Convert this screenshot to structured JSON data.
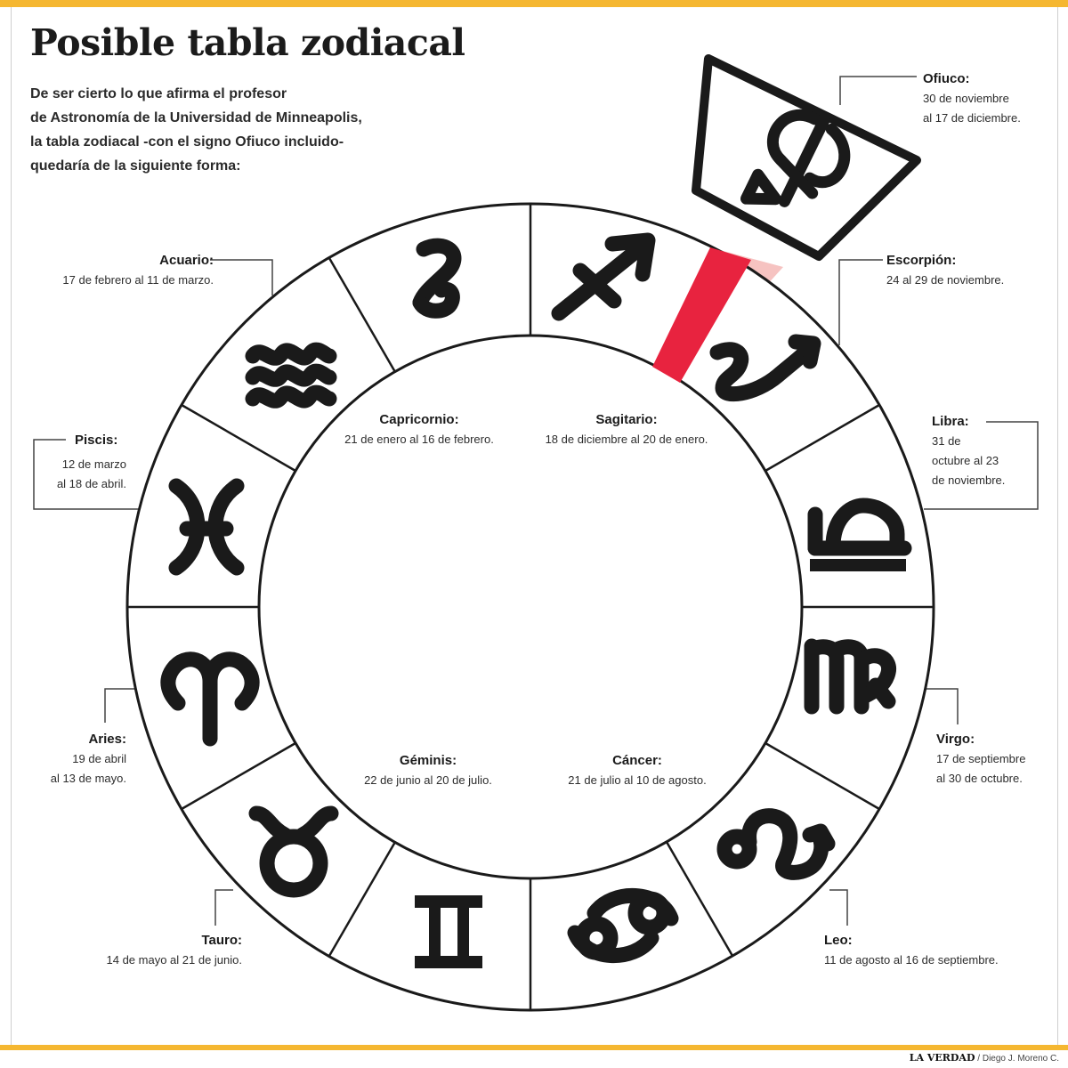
{
  "title": "Posible tabla zodiacal",
  "intro_lines": [
    "De ser cierto lo que afirma el profesor",
    "de Astronomía de la Universidad de Minneapolis,",
    "la tabla zodiacal -con el signo Ofiuco incluido-",
    "quedaría de la siguiente forma:"
  ],
  "colors": {
    "accent_bar": "#f5b731",
    "ophiuchus_slice": "#e8233f",
    "ophiuchus_beam": "#f6c3c1",
    "ink": "#1a1a1a"
  },
  "signs": {
    "acuario": {
      "name": "Acuario:",
      "dates": [
        "17 de febrero al 11 de marzo."
      ],
      "icon": "aquarius-icon"
    },
    "piscis": {
      "name": "Piscis:",
      "dates": [
        "12 de marzo",
        "al 18 de abril."
      ],
      "icon": "pisces-icon"
    },
    "aries": {
      "name": "Aries:",
      "dates": [
        "19 de abril",
        "al 13 de mayo."
      ],
      "icon": "aries-icon"
    },
    "tauro": {
      "name": "Tauro:",
      "dates": [
        "14 de mayo al 21 de junio."
      ],
      "icon": "taurus-icon"
    },
    "geminis": {
      "name": "Géminis:",
      "dates": [
        "22 de junio al 20 de julio."
      ],
      "icon": "gemini-icon"
    },
    "cancer": {
      "name": "Cáncer:",
      "dates": [
        "21 de julio al 10 de agosto."
      ],
      "icon": "cancer-icon"
    },
    "leo": {
      "name": "Leo:",
      "dates": [
        "11 de agosto al 16 de septiembre."
      ],
      "icon": "leo-icon"
    },
    "virgo": {
      "name": "Virgo:",
      "dates": [
        "17 de septiembre",
        "al 30 de octubre."
      ],
      "icon": "virgo-icon"
    },
    "libra": {
      "name": "Libra:",
      "dates": [
        "31 de",
        "octubre al 23",
        "de noviembre."
      ],
      "icon": "libra-icon"
    },
    "escorpion": {
      "name": "Escorpión:",
      "dates": [
        "24 al 29 de noviembre."
      ],
      "icon": "scorpio-icon"
    },
    "ofiuco": {
      "name": "Ofiuco:",
      "dates": [
        "30 de noviembre",
        "al 17 de diciembre."
      ],
      "icon": "ophiuchus-icon"
    },
    "sagitario": {
      "name": "Sagitario:",
      "dates": [
        "18 de diciembre al 20 de enero."
      ],
      "icon": "sagittarius-icon"
    },
    "capricornio": {
      "name": "Capricornio:",
      "dates": [
        "21 de enero al 16 de febrero."
      ],
      "icon": "capricorn-icon"
    }
  },
  "footer": {
    "brand": "LA VERDAD",
    "credit": " / Diego J. Moreno C."
  }
}
